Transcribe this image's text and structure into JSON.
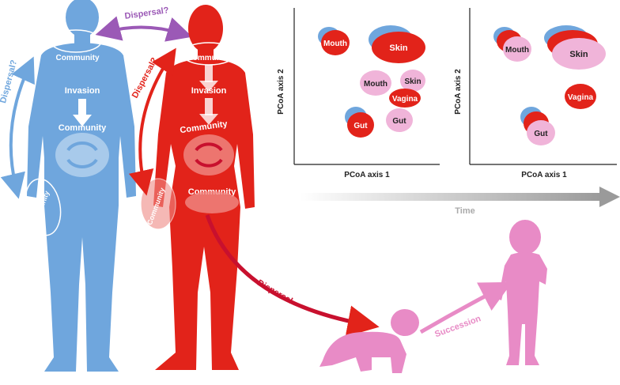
{
  "colors": {
    "blue": "#6fa6dd",
    "blue_light": "#b7d3ef",
    "red": "#e2231a",
    "red_dark": "#c8102e",
    "pink": "#e88bc6",
    "pink_light": "#f0b4d9",
    "purple": "#9b59b6",
    "axis": "#222222",
    "time_arrow": "#aaaaaa"
  },
  "labels": {
    "dispersal_top": "Dispersal?",
    "dispersal_left": "Dispersal?",
    "dispersal_red": "Dispersal?",
    "invasion_blue": "Invasion",
    "invasion_red": "Invasion",
    "community_blue_head": "Community",
    "community_blue_gut": "Community",
    "community_blue_hand": "Community",
    "community_red_head": "Community",
    "community_red_gut": "Community",
    "community_red_hand": "Community",
    "community_red_vagina": "Community",
    "dispersal_bottom": "Dispersal",
    "succession": "Succession",
    "time": "Time"
  },
  "plot1": {
    "x_axis": "PCoA axis 1",
    "y_axis": "PCoA axis 2",
    "sites": {
      "mouth_red": "Mouth",
      "skin_red": "Skin",
      "mouth_pink": "Mouth",
      "skin_pink": "Skin",
      "vagina": "Vagina",
      "gut_pink": "Gut",
      "gut_red": "Gut"
    }
  },
  "plot2": {
    "x_axis": "PCoA axis 1",
    "y_axis": "PCoA axis 2",
    "sites": {
      "mouth": "Mouth",
      "skin": "Skin",
      "vagina": "Vagina",
      "gut": "Gut"
    }
  }
}
